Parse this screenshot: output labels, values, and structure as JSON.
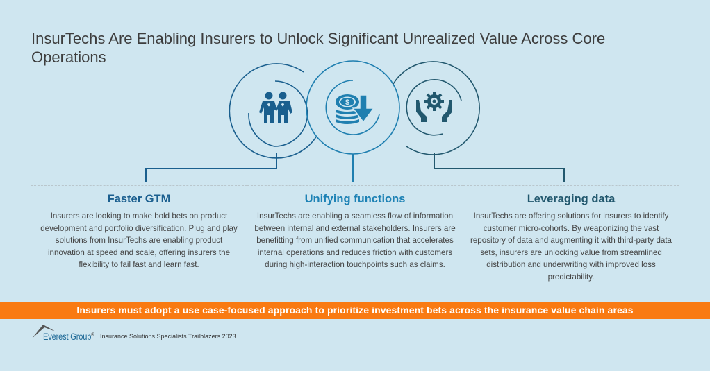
{
  "title": "InsurTechs Are Enabling Insurers to Unlock Significant Unrealized Value Across Core Operations",
  "colors": {
    "background": "#cfe6f0",
    "circle_left": "#1a5f8e",
    "circle_middle": "#1f7fb0",
    "circle_right": "#22586e",
    "banner": "#f97a12",
    "heading_left": "#1b5f8f",
    "heading_middle": "#1d82b5",
    "heading_right": "#22586e",
    "body_text": "#454545"
  },
  "icons": {
    "left": "people-with-hearts-icon",
    "middle": "coins-cost-down-icon",
    "right": "hands-holding-gear-icon"
  },
  "panels": [
    {
      "heading": "Faster GTM",
      "body": "Insurers are looking to make bold bets on product development and portfolio diversification. Plug and play solutions from InsurTechs are enabling product innovation at speed and scale, offering insurers the flexibility to fail fast and learn fast."
    },
    {
      "heading": "Unifying functions",
      "body": "InsurTechs are enabling a seamless flow of information between internal and external stakeholders. Insurers are benefitting from unified communication that accelerates internal operations and reduces friction with customers during high-interaction touchpoints such as claims."
    },
    {
      "heading": "Leveraging data",
      "body": "InsurTechs are offering solutions for insurers to identify customer micro-cohorts. By weaponizing the vast repository of data and augmenting it with third-party data sets, insurers are unlocking value from streamlined distribution and underwriting with improved loss predictability."
    }
  ],
  "banner": "Insurers must adopt a use case-focused approach to prioritize investment bets across the insurance value chain areas",
  "footer": {
    "brand": "Everest Group",
    "registered": "®",
    "subtitle": "Insurance Solutions Specialists Trailblazers 2023"
  }
}
